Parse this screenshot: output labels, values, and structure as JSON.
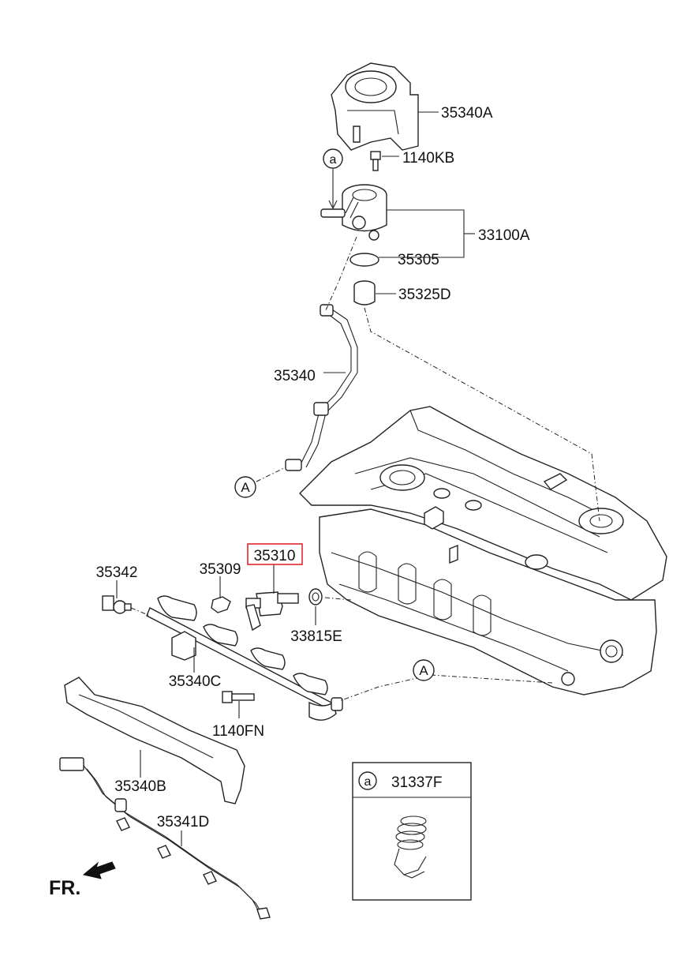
{
  "parts": {
    "p35340A": "35340A",
    "p1140KB": "1140KB",
    "p33100A": "33100A",
    "p35305": "35305",
    "p35325D": "35325D",
    "p35340": "35340",
    "p35310": "35310",
    "p35309": "35309",
    "p35342": "35342",
    "p33815E": "33815E",
    "p35340C": "35340C",
    "p1140FN": "1140FN",
    "p35340B": "35340B",
    "p35341D": "35341D"
  },
  "callouts": {
    "a_small": "a",
    "A_upper": "A",
    "A_lower": "A"
  },
  "inset": {
    "circle_label": "a",
    "part_number": "31337F"
  },
  "direction": {
    "label": "FR."
  },
  "highlight": {
    "part": "35310",
    "color": "#e0282f"
  }
}
